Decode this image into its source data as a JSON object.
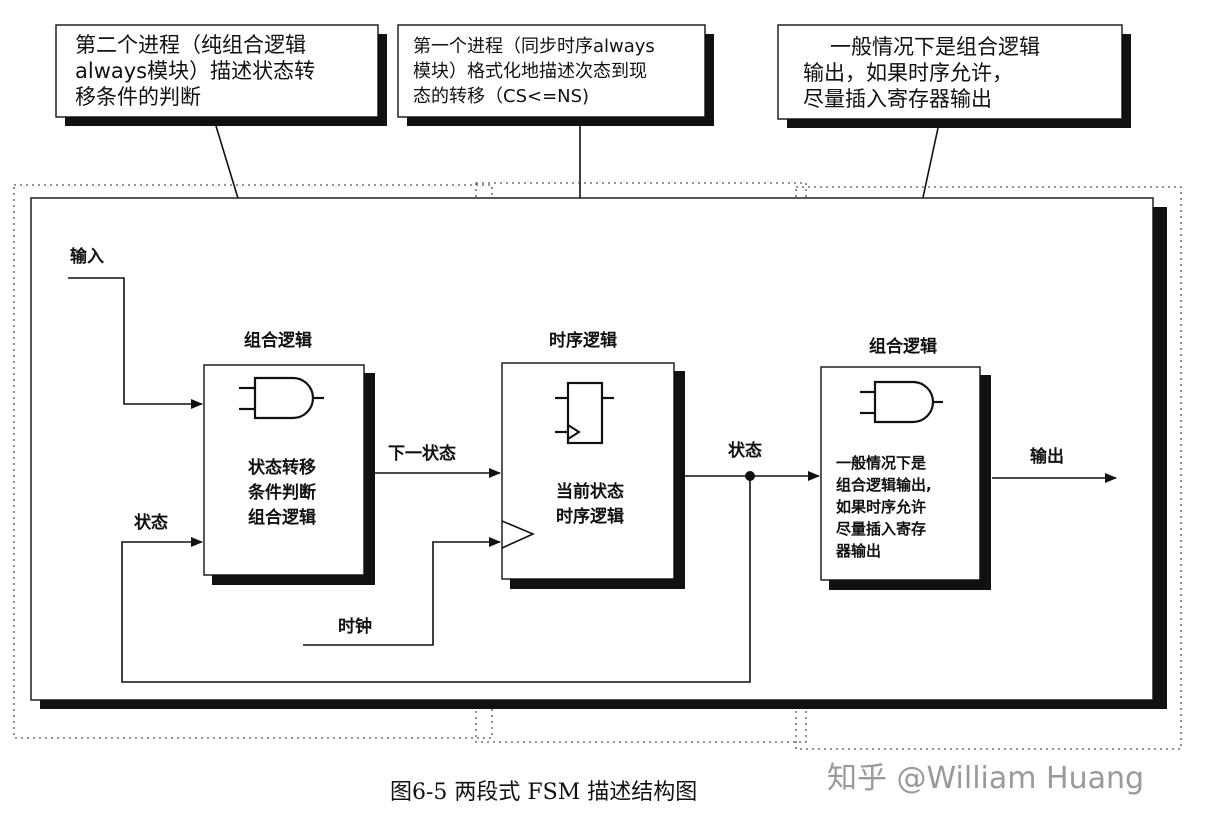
{
  "callouts": {
    "left": [
      "第二个进程（纯组合逻辑",
      "always模块）描述状态转",
      "移条件的判断"
    ],
    "middle": [
      "第一个进程（同步时序always",
      "模块）格式化地描述次态到现",
      "态的转移（CS<=NS)"
    ],
    "right": [
      "一般情况下是组合逻辑",
      "输出，如果时序允许，",
      "尽量插入寄存器输出"
    ]
  },
  "blocks": {
    "b1": {
      "title": "组合逻辑",
      "lines": [
        "状态转移",
        "条件判断",
        "组合逻辑"
      ]
    },
    "b2": {
      "title": "时序逻辑",
      "lines": [
        "当前状态",
        "时序逻辑"
      ]
    },
    "b3": {
      "title": "组合逻辑",
      "lines": [
        "一般情况下是",
        "组合逻辑输出,",
        "如果时序允许",
        "尽量插入寄存",
        "器输出"
      ]
    }
  },
  "signals": {
    "input": "输入",
    "state_fb": "状态",
    "next_state": "下一状态",
    "state": "状态",
    "clock": "时钟",
    "output": "输出"
  },
  "caption": "图6-5   两段式 FSM 描述结构图",
  "watermark": "知乎 @William Huang"
}
